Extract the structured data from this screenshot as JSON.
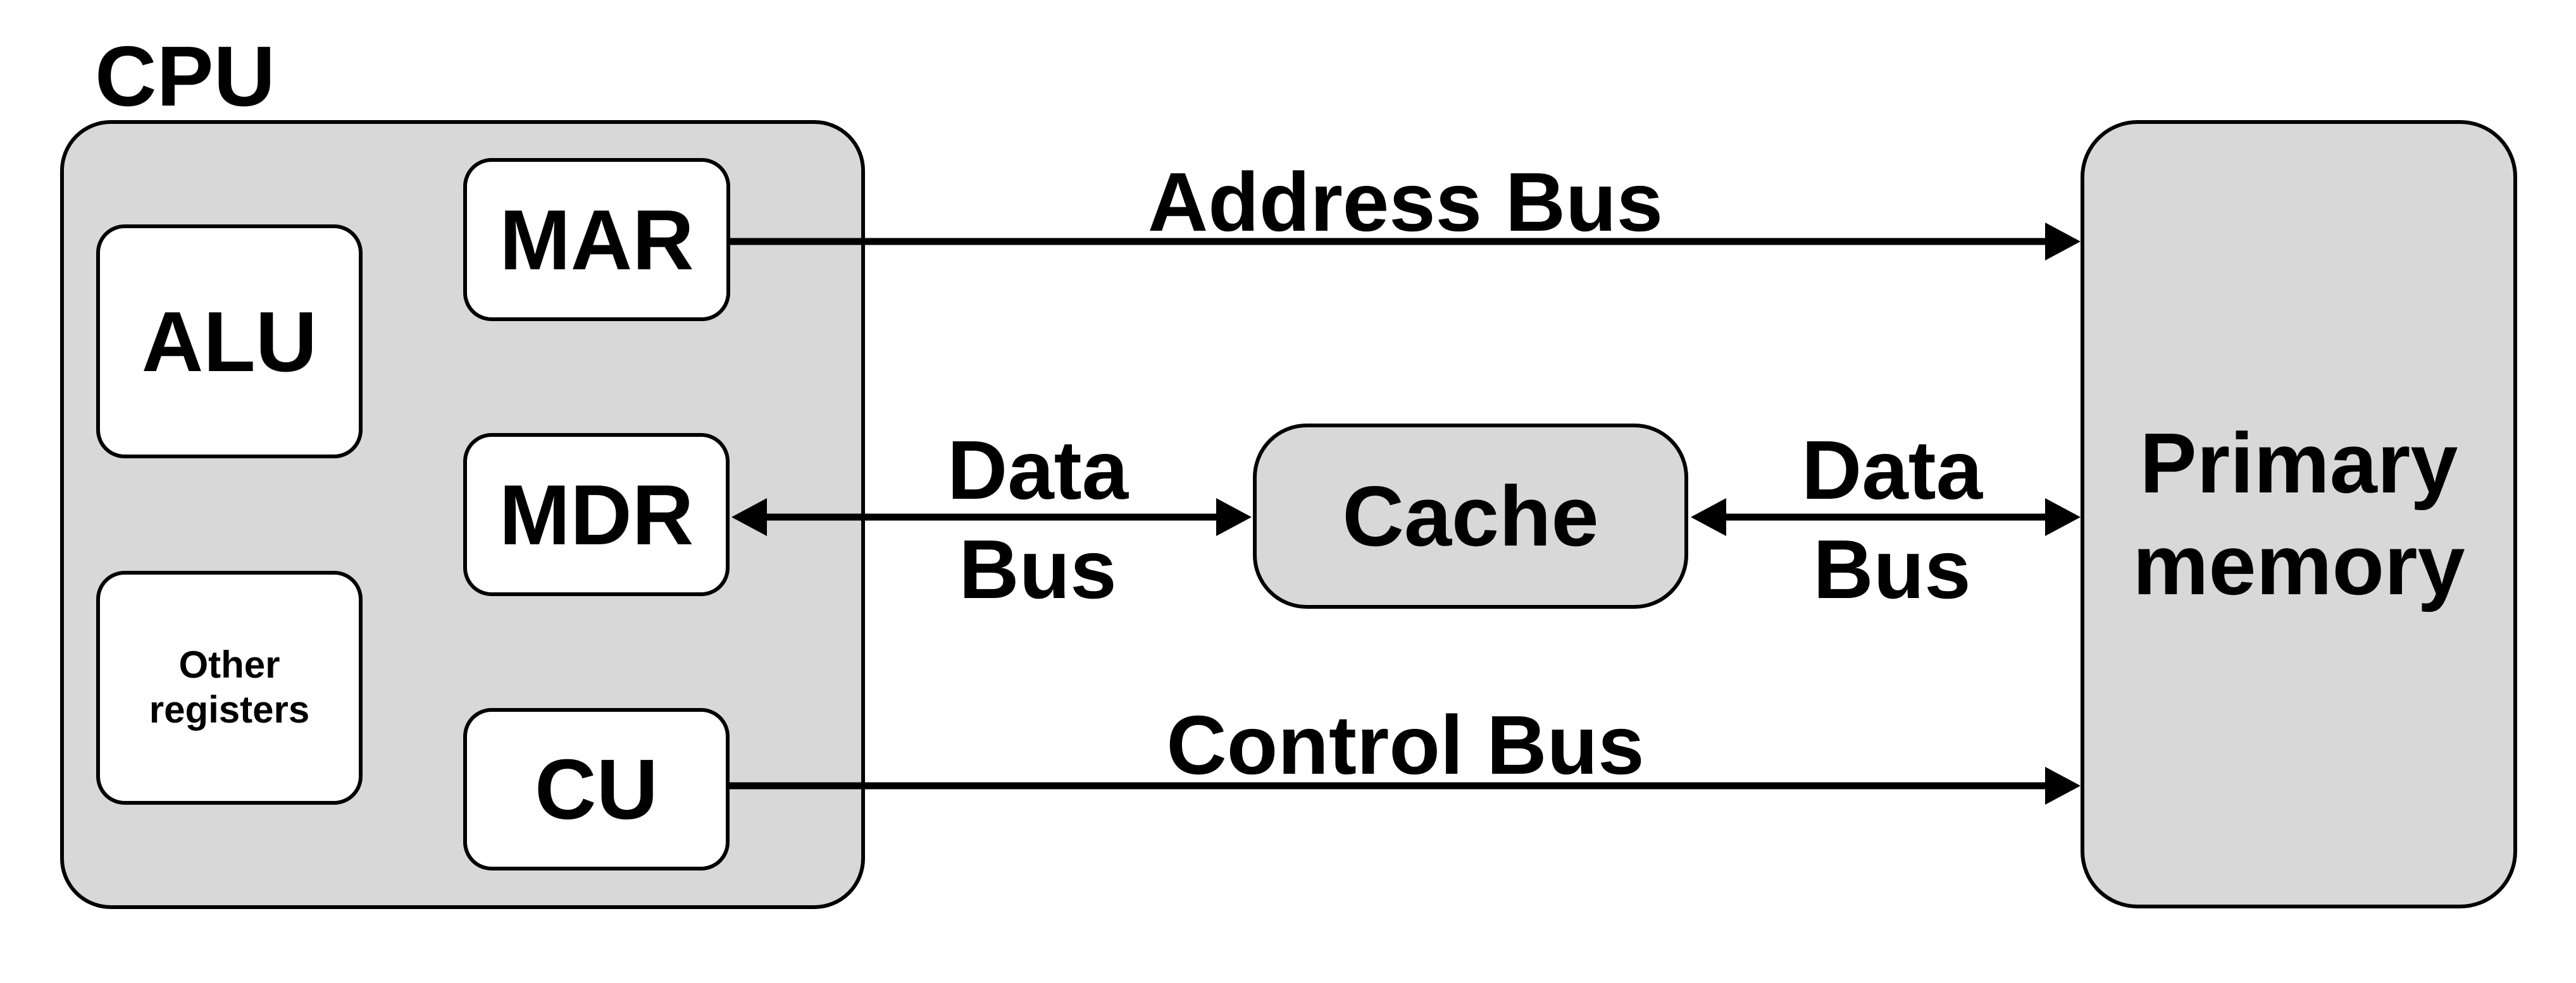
{
  "diagram": {
    "cpu": {
      "label": "CPU",
      "alu": {
        "label": "ALU"
      },
      "mar": {
        "label": "MAR"
      },
      "mdr": {
        "label": "MDR"
      },
      "other_registers": {
        "label_lines": [
          "Other",
          "registers"
        ]
      },
      "cu": {
        "label": "CU"
      }
    },
    "cache": {
      "label": "Cache"
    },
    "primary_memory": {
      "label_lines": [
        "Primary",
        "memory"
      ]
    },
    "buses": {
      "address": {
        "label": "Address Bus",
        "direction": "left-to-right"
      },
      "data_left": {
        "label_lines": [
          "Data",
          "Bus"
        ],
        "direction": "bidirectional"
      },
      "data_right": {
        "label_lines": [
          "Data",
          "Bus"
        ],
        "direction": "bidirectional"
      },
      "control": {
        "label": "Control Bus",
        "direction": "left-to-right"
      }
    },
    "colors": {
      "container_fill": "#d8d8d8",
      "register_fill": "#ffffff",
      "stroke": "#000000",
      "text": "#000000",
      "background": "#ffffff"
    }
  }
}
